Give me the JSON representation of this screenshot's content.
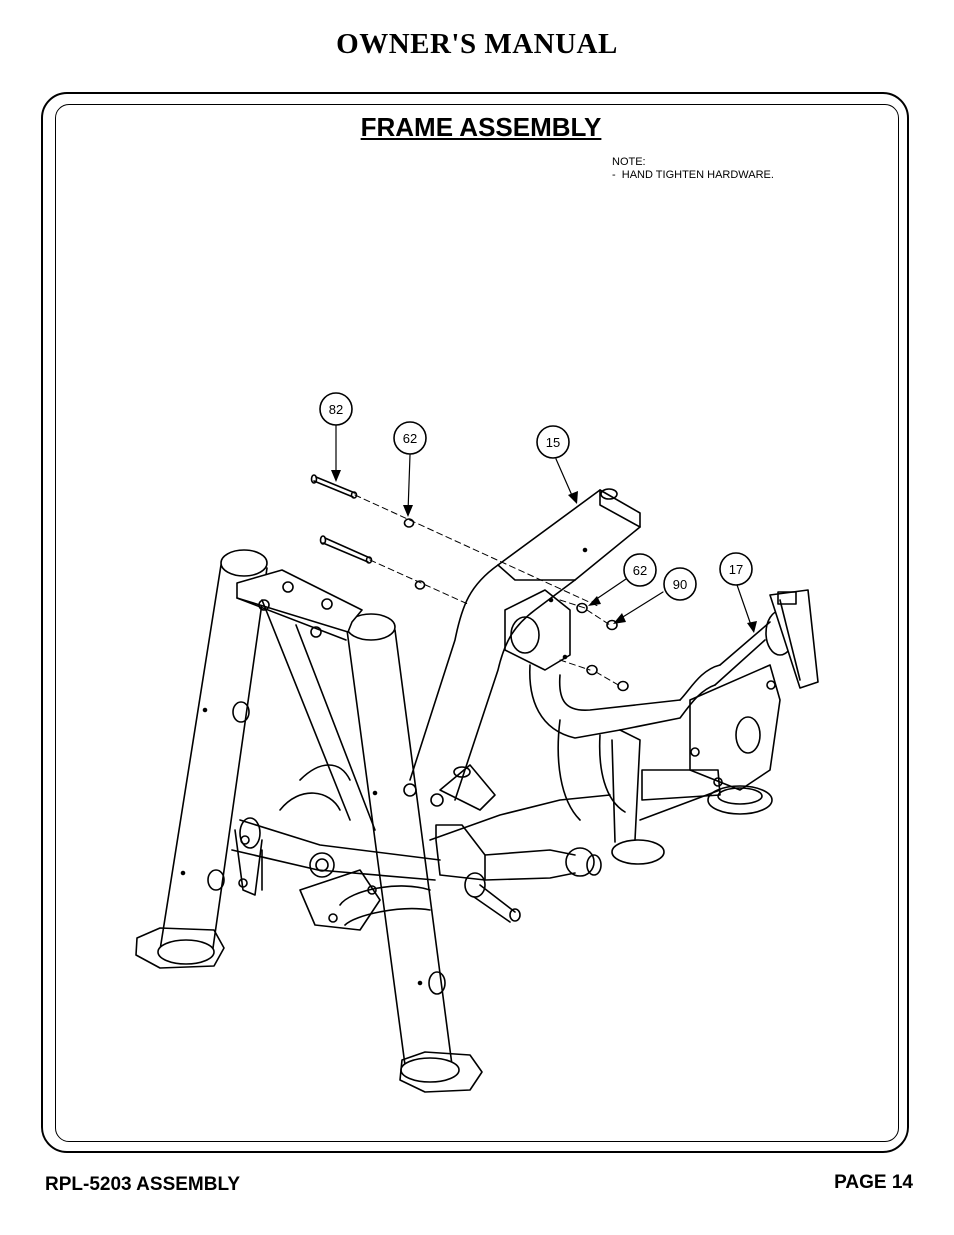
{
  "header": {
    "title": "OWNER'S MANUAL"
  },
  "section": {
    "title": "FRAME ASSEMBLY"
  },
  "note": {
    "heading": "NOTE:",
    "line1": "-  HAND TIGHTEN HARDWARE."
  },
  "callouts": [
    {
      "label": "82"
    },
    {
      "label": "62"
    },
    {
      "label": "15"
    },
    {
      "label": "62"
    },
    {
      "label": "90"
    },
    {
      "label": "17"
    }
  ],
  "footer": {
    "left": "RPL-5203 ASSEMBLY",
    "right": "PAGE 14"
  }
}
